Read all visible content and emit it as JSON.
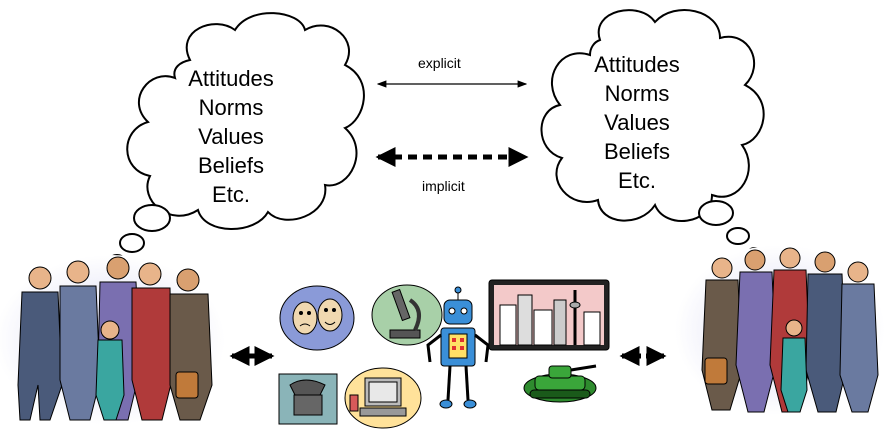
{
  "left_cloud": {
    "lines": [
      "Attitudes",
      "Norms",
      "Values",
      "Beliefs",
      "Etc."
    ]
  },
  "right_cloud": {
    "lines": [
      "Attitudes",
      "Norms",
      "Values",
      "Beliefs",
      "Etc."
    ]
  },
  "labels": {
    "explicit": "explicit",
    "implicit": "implicit"
  },
  "icons": {
    "left_group": "people-group-left",
    "right_group": "people-group-right",
    "artifacts": [
      "theater-masks-icon",
      "microscope-icon",
      "robot-icon",
      "city-skyline-icon",
      "telephone-icon",
      "computer-icon",
      "tank-icon"
    ]
  },
  "colors": {
    "cloud_fill": "#ffffff",
    "stroke": "#000000",
    "tank": "#2e8b2e",
    "robot": "#3a8fd8",
    "skyline_bg": "#f3c9c9"
  }
}
